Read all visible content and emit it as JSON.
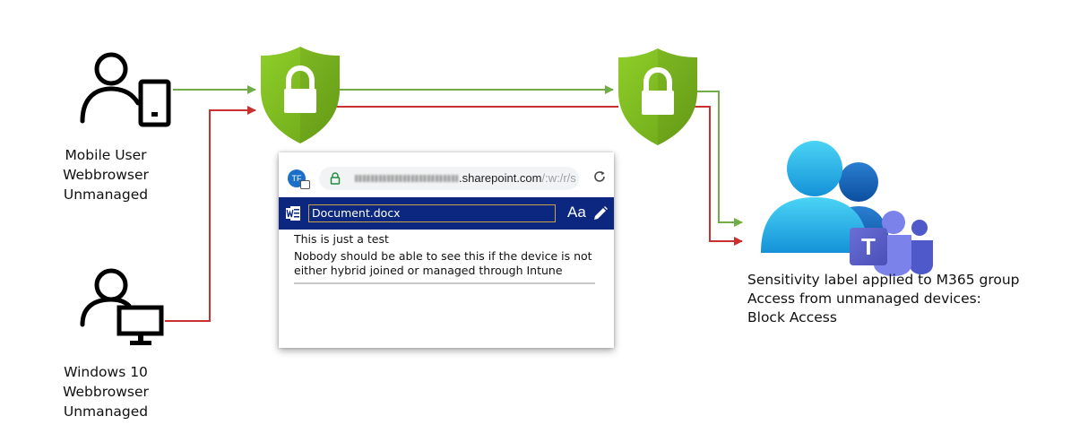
{
  "mobile_user": {
    "lines": [
      "Mobile User",
      "Webbrowser",
      "Unmanaged"
    ]
  },
  "windows_user": {
    "lines": [
      "Windows 10",
      "Webbrowser",
      "Unmanaged"
    ]
  },
  "browser": {
    "avatar_initials": "TF",
    "url_visible": ".sharepoint.com",
    "url_path": "/:w:/r/s",
    "doc_name": "Document.docx",
    "aa_label": "Aa",
    "body_line1": "This is just a test",
    "body_line2": "Nobody should be able to see this if the device is not",
    "body_line3": "either hybrid joined or managed through Intune"
  },
  "teams": {
    "badge_letter": "T",
    "caption_lines": [
      "Sensitivity label applied to M365 group",
      "Access from unmanaged devices:",
      "Block Access"
    ]
  },
  "colors": {
    "allowed_path": "#70ad47",
    "blocked_path": "#c8312f",
    "shield": "#7cbd1e",
    "word_bar": "#0b2780"
  }
}
